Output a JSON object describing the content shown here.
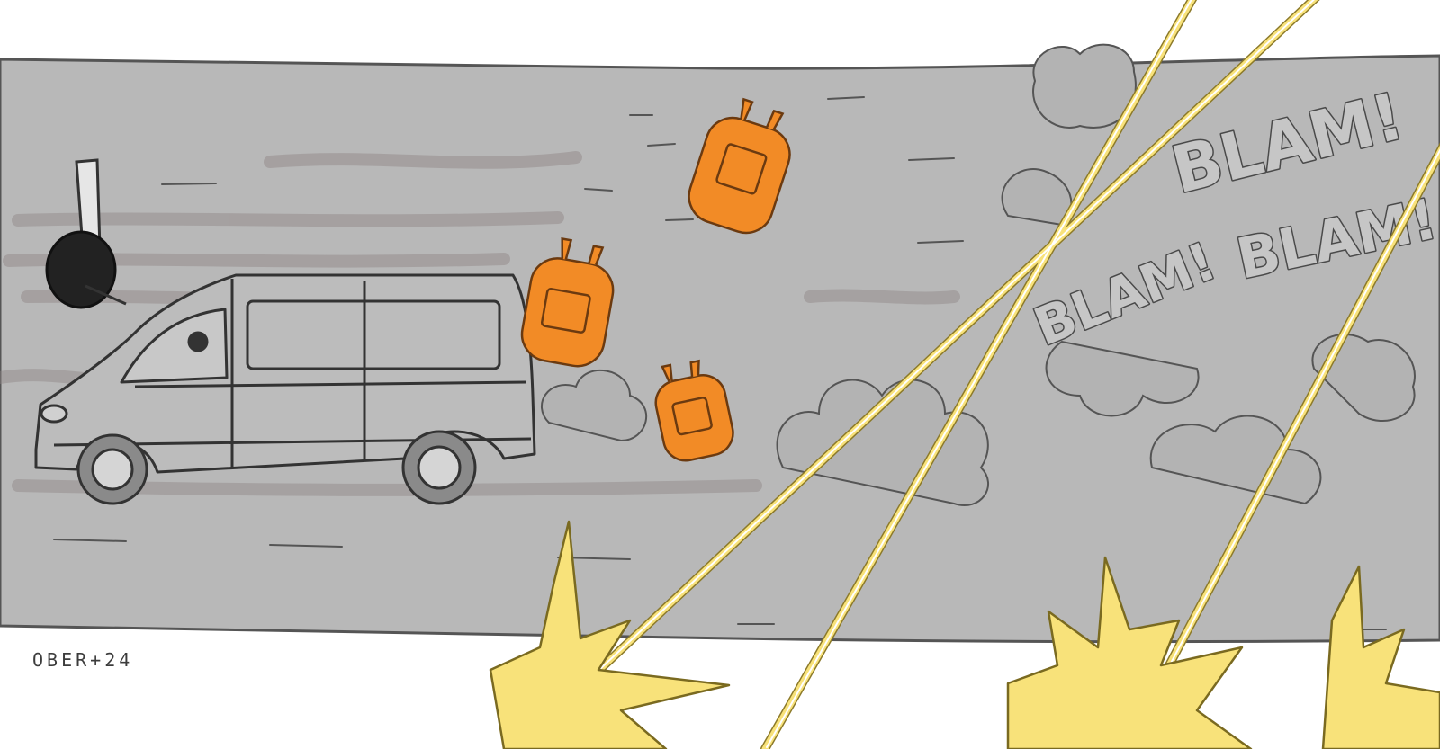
{
  "panel": {
    "sound_effects": [
      "BLAM!",
      "BLAM!",
      "BLAM!"
    ],
    "signature": "OBER+24"
  },
  "colors": {
    "road": "#b8b8b8",
    "tank": "#f28b26",
    "muzzle_flash": "#f8e27a",
    "ink": "#3c3c3c"
  },
  "icons": [
    "van-icon",
    "gas-tank-icon",
    "muzzle-flash-icon",
    "tracer-beam-icon",
    "spinning-tire-icon"
  ]
}
